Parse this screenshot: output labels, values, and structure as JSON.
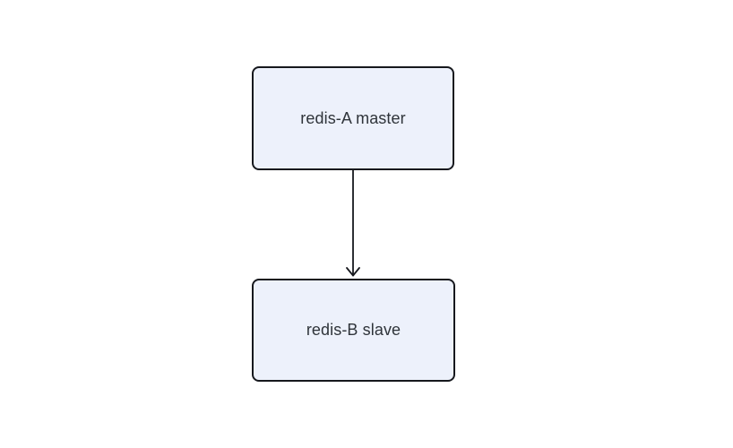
{
  "canvas": {
    "background": "#ffffff"
  },
  "diagram": {
    "type": "flowchart",
    "direction": "top-down",
    "nodes": [
      {
        "id": "redis-a-master",
        "label": "redis-A master",
        "shape": "rounded-rectangle",
        "fill": "#edf1fb",
        "border_color": "#16181d",
        "text_color": "#2f343a"
      },
      {
        "id": "redis-b-slave",
        "label": "redis-B slave",
        "shape": "rounded-rectangle",
        "fill": "#edf1fb",
        "border_color": "#16181d",
        "text_color": "#2f343a"
      }
    ],
    "edges": [
      {
        "from": "redis-a-master",
        "to": "redis-b-slave",
        "line_style": "solid",
        "arrowhead": "open-chevron",
        "color": "#16181d"
      }
    ]
  }
}
